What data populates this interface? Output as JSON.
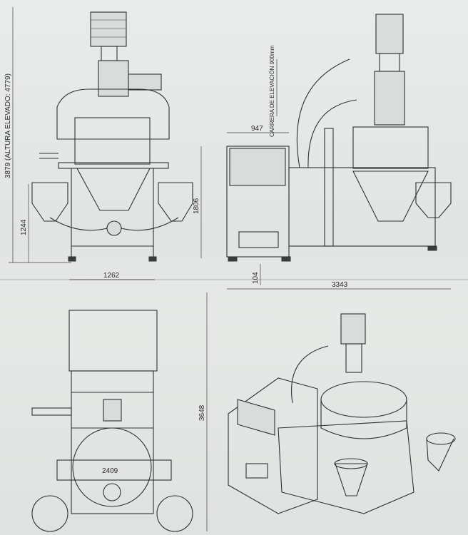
{
  "drawing": {
    "front_view": {
      "total_height_label": "3879 (ALTURA ELEVADO: 4779)",
      "hopper_height_label": "1244"
    },
    "side_view": {
      "cabinet_width_label": "947",
      "cabinet_height_label": "1806",
      "lift_stroke_label": "CARRERA DE ELEVACIÓN 900mm",
      "foot_height_label": "104",
      "total_length_label": "3343"
    },
    "plan_view": {
      "width_label": "1262",
      "length_label": "3648",
      "diameter_label": "2409"
    },
    "colors": {
      "paper": "#e4e7e5",
      "line": "#2f3232"
    }
  }
}
